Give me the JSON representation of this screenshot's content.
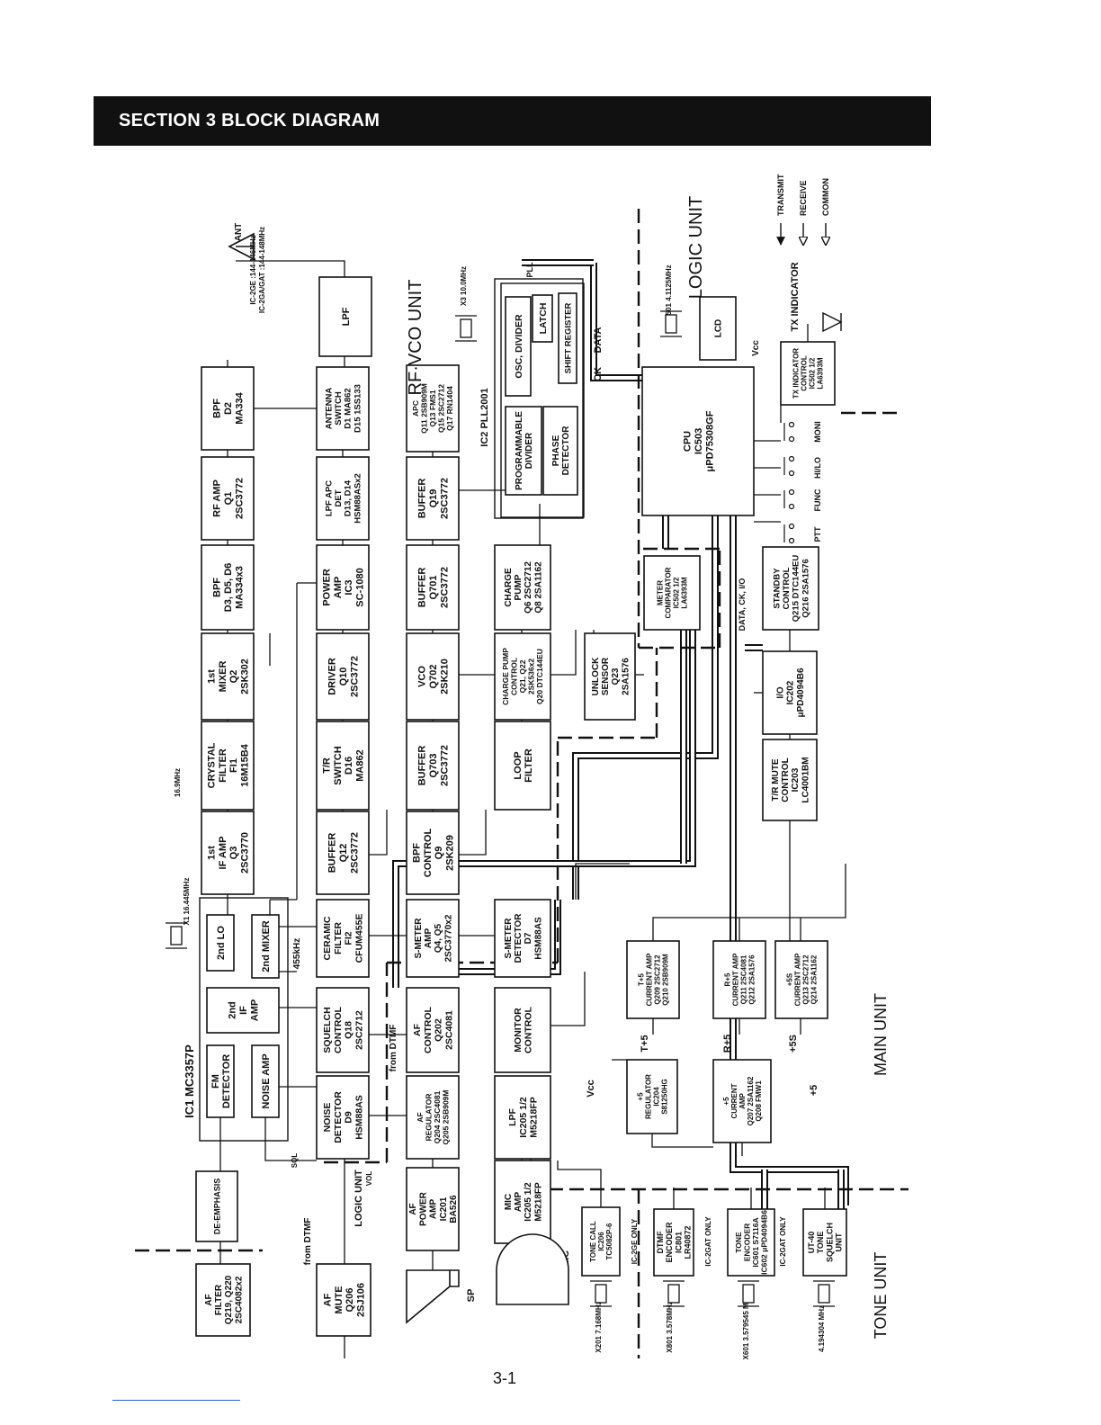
{
  "header": {
    "title": "SECTION 3   BLOCK DIAGRAM"
  },
  "page_number": "3-1",
  "units": {
    "rf_vco": "RF·VCO UNIT",
    "logic": "LOGIC UNIT",
    "main": "MAIN UNIT",
    "tone": "TONE UNIT",
    "logic_small": "LOGIC UNIT"
  },
  "legend": [
    {
      "label": "TRANSMIT",
      "style": "solid"
    },
    {
      "label": "RECEIVE",
      "style": "open"
    },
    {
      "label": "COMMON",
      "style": "open"
    }
  ],
  "annotations": {
    "ant": "ANT",
    "band1": "IC-2GE   :144-146MHz",
    "band2": "IC-2GA/GAT :144-148MHz",
    "pll": "PLL",
    "x3": "X3 10.0MHz",
    "x1": "X1 16.445MHz",
    "freq_169": "16.9MHz",
    "freq_455": "455kHz",
    "x501": "X501 4.1125MHz",
    "vcc_logic": "Vcc",
    "tx_indicator": "TX INDICATOR",
    "sw_moni": "MONI",
    "sw_hilo": "HI/LO",
    "sw_func": "FUNC",
    "sw_ptt": "PTT",
    "data_ck_io": "DATA, CK, I/O",
    "vcc_main": "Vcc",
    "out_t5": "T+5",
    "out_r5": "R+5",
    "out_5s": "+5S",
    "out_5": "+5",
    "from_dtmf1": "from DTMF",
    "from_dtmf2": "from DTMF",
    "sql": "SQL",
    "vol": "VOL",
    "sp": "SP",
    "mic": "MIC",
    "x201": "X201 7.168MHz",
    "x801": "X801 3.578MHz",
    "x601": "X601 3.579545 MHz",
    "x_4194": "4.194304 MHz",
    "ic2ge_only": "IC-2GE ONLY",
    "ic2gat_only1": "IC-2GAT ONLY",
    "ic2gat_only2": "IC-2GAT ONLY",
    "ic1_label": "IC1 MC3357P",
    "ic2_label": "IC2 PLL2001",
    "data": "DATA",
    "ck": "CK"
  },
  "blocks": {
    "lpf_top": [
      "LPF"
    ],
    "bpf_d2": [
      "BPF",
      "D2",
      "MA334"
    ],
    "rf_amp": [
      "RF AMP",
      "Q1",
      "2SC3772"
    ],
    "bpf_d3": [
      "BPF",
      "D3, D5, D6",
      "MA334x3"
    ],
    "mixer1": [
      "1st",
      "MIXER",
      "Q2",
      "2SK302"
    ],
    "crystal": [
      "CRYSTAL",
      "FILTER",
      "FI1",
      "16M15B4"
    ],
    "if_amp1": [
      "1st",
      "IF AMP",
      "Q3",
      "2SC3770"
    ],
    "lo2": [
      "2nd LO"
    ],
    "mixer2": [
      "2nd MIXER"
    ],
    "if_amp2": [
      "2nd",
      "IF",
      "AMP"
    ],
    "fm_det": [
      "FM",
      "DETECTOR"
    ],
    "noise_amp": [
      "NOISE AMP"
    ],
    "deemph": [
      "DE-EMPHASIS"
    ],
    "af_filter": [
      "AF",
      "FILTER",
      "Q219, Q220",
      "2SC4082x2"
    ],
    "antsw": [
      "ANTENNA",
      "SWITCH",
      "D1  MA862",
      "D15 1SS133"
    ],
    "lpf_apc": [
      "LPF  APC",
      "DET",
      "D13, D14",
      "HSM88ASx2"
    ],
    "power_amp": [
      "POWER",
      "AMP",
      "IC3",
      "SC-1080"
    ],
    "driver": [
      "DRIVER",
      "Q10",
      "2SC3772"
    ],
    "tr_switch": [
      "T/R",
      "SWITCH",
      "D16",
      "MA862"
    ],
    "buffer_q12": [
      "BUFFER",
      "Q12",
      "2SC3772"
    ],
    "ceramic": [
      "CERAMIC",
      "FILTER",
      "FI2",
      "CFUM455E"
    ],
    "squelch": [
      "SQUELCH",
      "CONTROL",
      "Q18",
      "2SC2712"
    ],
    "noise_det": [
      "NOISE",
      "DETECTOR",
      "D9",
      "HSM88AS"
    ],
    "af_mute": [
      "AF",
      "MUTE",
      "Q206",
      "2SJ106"
    ],
    "apc": [
      "APC",
      "Q11 2SB909M",
      "Q13 FMS1",
      "Q15 2SC2712",
      "Q17 RN1404"
    ],
    "buffer_q19": [
      "BUFFER",
      "Q19",
      "2SC3772"
    ],
    "buffer_q701": [
      "BUFFER",
      "Q701",
      "2SC3772"
    ],
    "vco": [
      "VCO",
      "Q702",
      "2SK210"
    ],
    "buffer_q703": [
      "BUFFER",
      "Q703",
      "2SC3772"
    ],
    "bpf_control": [
      "BPF",
      "CONTROL",
      "Q9",
      "2SK209"
    ],
    "smeter_amp": [
      "S-METER",
      "AMP",
      "Q4, Q5",
      "2SC3770x2"
    ],
    "af_control": [
      "AF",
      "CONTROL",
      "Q202",
      "2SC4081"
    ],
    "af_reg": [
      "AF",
      "REGULATOR",
      "Q204 2SC4081",
      "Q205 2SB909M"
    ],
    "af_power": [
      "AF",
      "POWER",
      "AMP",
      "IC201",
      "BA526"
    ],
    "osc_div": [
      "OSC, DIVIDER"
    ],
    "latch": [
      "LATCH"
    ],
    "shift_reg": [
      "SHIFT REGISTER"
    ],
    "prog_div": [
      "PROGRAMMABLE",
      "DIVIDER"
    ],
    "phase_det": [
      "PHASE",
      "DETECTOR"
    ],
    "charge_pump": [
      "CHARGE",
      "PUMP",
      "Q6 2SC2712",
      "Q8 2SA1162"
    ],
    "cp_control": [
      "CHARGE PUMP",
      "CONTROL",
      "Q21, Q22",
      "2SK536x2",
      "Q20 DTC144EU"
    ],
    "loop_filter": [
      "LOOP",
      "FILTER"
    ],
    "smeter_det": [
      "S-METER",
      "DETECTOR",
      "D7",
      "HSM88AS"
    ],
    "monitor": [
      "MONITOR",
      "CONTROL"
    ],
    "lpf_ic205": [
      "LPF",
      "IC205 1/2",
      "M5218FP"
    ],
    "mic_amp": [
      "MIC",
      "AMP",
      "IC205 1/2",
      "M5218FP"
    ],
    "unlock": [
      "UNLOCK",
      "SENSOR",
      "Q23",
      "2SA1576"
    ],
    "meter_comp": [
      "METER",
      "COMPARATOR",
      "IC502 1/2",
      "LA6393M"
    ],
    "lcd": [
      "LCD"
    ],
    "cpu": [
      "CPU",
      "IC503",
      "μPD75308GF"
    ],
    "tx_ind_ctrl": [
      "TX INDICATOR",
      "CONTROL",
      "IC502 1/2",
      "LA6393M"
    ],
    "standby": [
      "STANDBY",
      "CONTROL",
      "Q215 DTC144EU",
      "Q216 2SA1576"
    ],
    "io": [
      "I/O",
      "IC202",
      "μPD4094B6"
    ],
    "tr_mute": [
      "T/R MUTE",
      "CONTROL",
      "IC203",
      "LC4001BM"
    ],
    "t5_amp": [
      "T+5",
      "CURRENT AMP",
      "Q209 2SC2712",
      "Q210 2SB909M"
    ],
    "r5_amp": [
      "R+5",
      "CURRENT AMP",
      "Q211 2SC4081",
      "Q212 2SA1576"
    ],
    "s5_amp": [
      "+5S",
      "CURRENT AMP",
      "Q213 2SC2712",
      "Q214 2SA1162"
    ],
    "reg5": [
      "+5",
      "REGULATOR",
      "IC204",
      "S81250HG"
    ],
    "cur5": [
      "+5",
      "CURRENT",
      "AMP",
      "Q207 2SA1162",
      "Q208 FMW1"
    ],
    "tone_call": [
      "TONE CALL",
      "IC206",
      "TC5082P-6"
    ],
    "dtmf": [
      "DTMF",
      "ENCODER",
      "IC801",
      "LR40872"
    ],
    "tone_enc": [
      "TONE",
      "ENCODER",
      "IC601 S7116A",
      "IC602 μPD4094B6"
    ],
    "ut40": [
      "UT-40",
      "TONE",
      "SQUELCH",
      "UNIT"
    ]
  }
}
